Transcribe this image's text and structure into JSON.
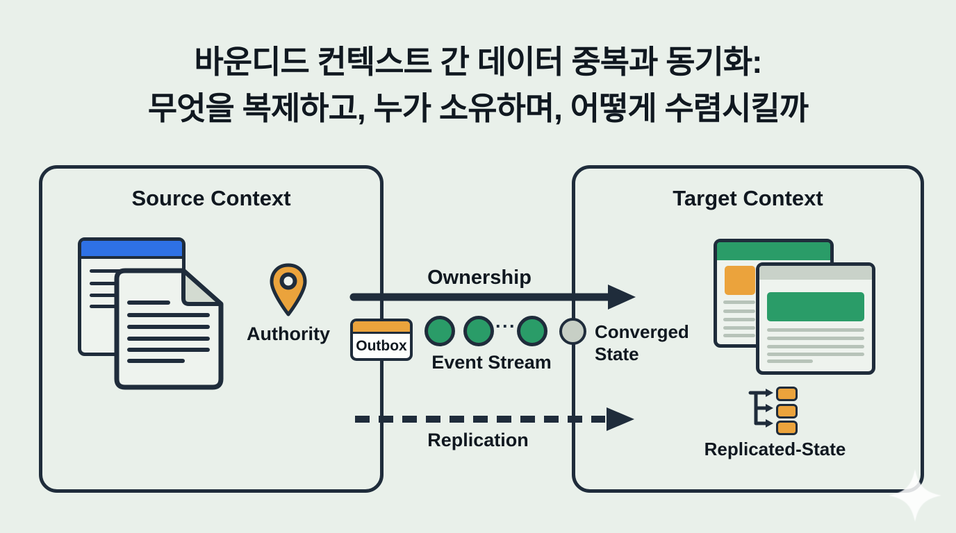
{
  "title": {
    "line1": "바운디드 컨텍스트 간 데이터 중복과 동기화:",
    "line2": "무엇을 복제하고, 누가 소유하며, 어떻게 수렴시킬까"
  },
  "source_context": {
    "title": "Source Context",
    "authority_label": "Authority"
  },
  "target_context": {
    "title": "Target Context",
    "replicated_state_label": "Replicated-State"
  },
  "flow": {
    "ownership_label": "Ownership",
    "outbox_label": "Outbox",
    "event_stream_label": "Event Stream",
    "event_dots": "···",
    "converged_state_label": "Converged State",
    "replication_label": "Replication"
  },
  "icons": {
    "authority": "map-pin-icon",
    "replicated_state": "fork-arrows-icon",
    "watermark": "sparkle-icon"
  },
  "colors": {
    "background": "#e9f0ea",
    "ink": "#1f2c3b",
    "text": "#101820",
    "blue": "#2e71e5",
    "orange": "#eba33c",
    "green": "#2a9c68",
    "gray_node": "#c7cfc5",
    "card_bg": "#eef3ee",
    "card_gray_header": "#c9d2c9",
    "card_line_gray": "#b7c3b9",
    "white": "#fdfefd"
  }
}
